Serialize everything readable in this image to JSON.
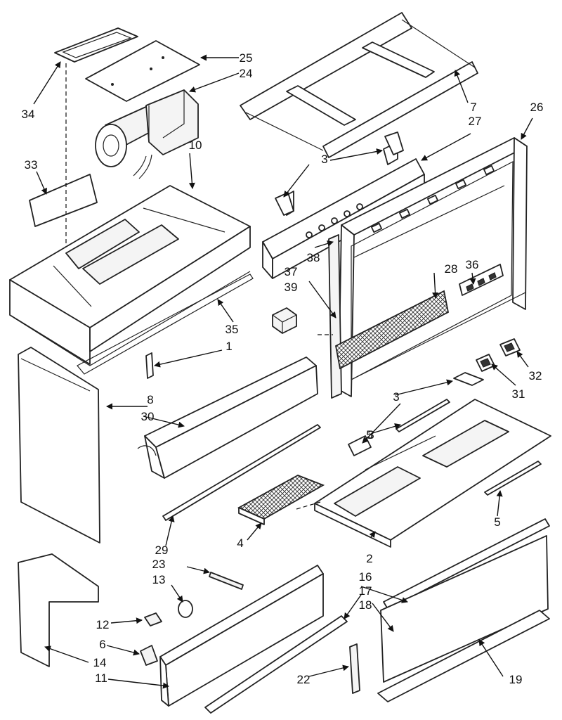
{
  "callouts": [
    "1",
    "2",
    "3",
    "3",
    "3",
    "4",
    "5",
    "5",
    "6",
    "7",
    "8",
    "10",
    "11",
    "12",
    "13",
    "14",
    "16",
    "17",
    "18",
    "19",
    "22",
    "23",
    "24",
    "25",
    "26",
    "27",
    "28",
    "29",
    "30",
    "31",
    "32",
    "33",
    "34",
    "35",
    "36",
    "37",
    "38",
    "39"
  ]
}
